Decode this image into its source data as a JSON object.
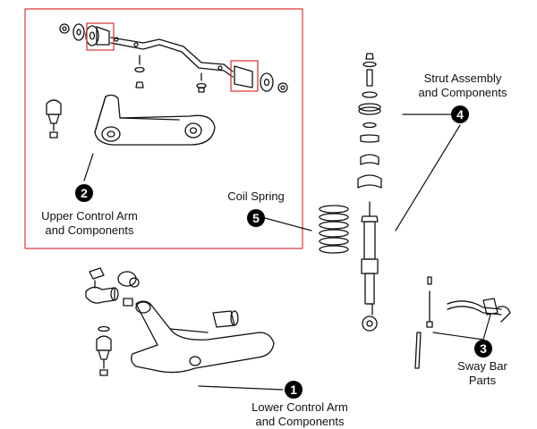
{
  "colors": {
    "highlight": "#d9383a",
    "ink": "#111111",
    "badge": "#000000"
  },
  "callouts": [
    {
      "number": "1",
      "label_line1": "Lower Control Arm",
      "label_line2": "and Components"
    },
    {
      "number": "2",
      "label_line1": "Upper Control Arm",
      "label_line2": "and Components"
    },
    {
      "number": "3",
      "label_line1": "Sway Bar",
      "label_line2": "Parts"
    },
    {
      "number": "4",
      "label_line1": "Strut Assembly",
      "label_line2": "and Components"
    },
    {
      "number": "5",
      "label_line1": "Coil Spring",
      "label_line2": ""
    }
  ]
}
